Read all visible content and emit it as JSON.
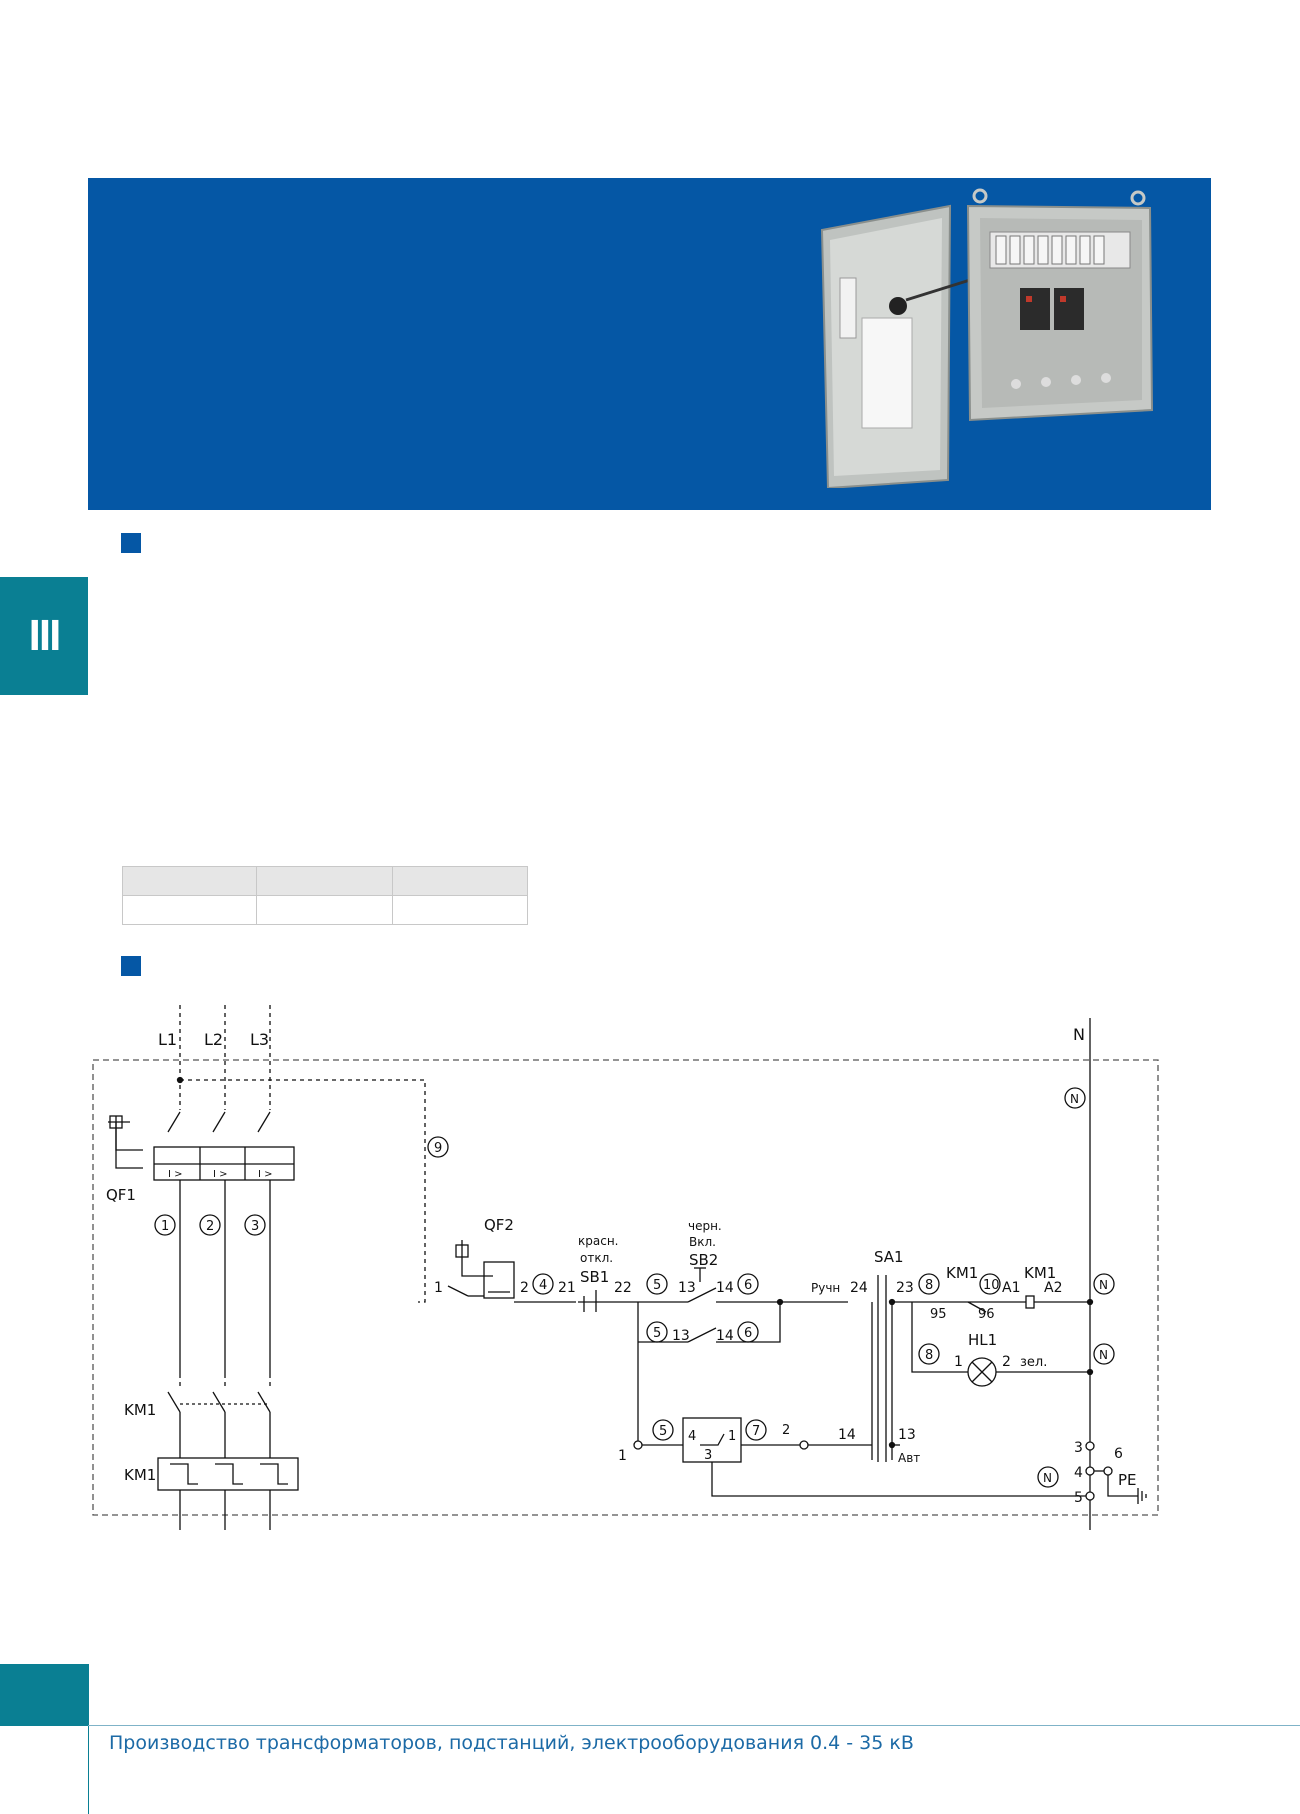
{
  "section_tab": {
    "label": "III"
  },
  "table": {
    "rows": [
      [
        "",
        "",
        ""
      ],
      [
        "",
        "",
        ""
      ]
    ]
  },
  "schematic": {
    "phases": [
      "L1",
      "L2",
      "L3"
    ],
    "neutral": "N",
    "qf1": "QF1",
    "qf2": "QF2",
    "km1": "KM1",
    "sb1": {
      "name": "SB1",
      "color": "красн.",
      "action": "откл."
    },
    "sb2": {
      "name": "SB2",
      "color": "черн.",
      "action": "Вкл."
    },
    "sa1": "SA1",
    "hl1": "HL1",
    "manual": "Ручн",
    "auto": "Авт",
    "green": "зел.",
    "pe": "PE",
    "a1": "A1",
    "a2": "A2",
    "trip": "I >"
  },
  "footer": {
    "text": "Производство трансформаторов, подстанций, электрооборудования 0.4 - 35 кВ"
  }
}
